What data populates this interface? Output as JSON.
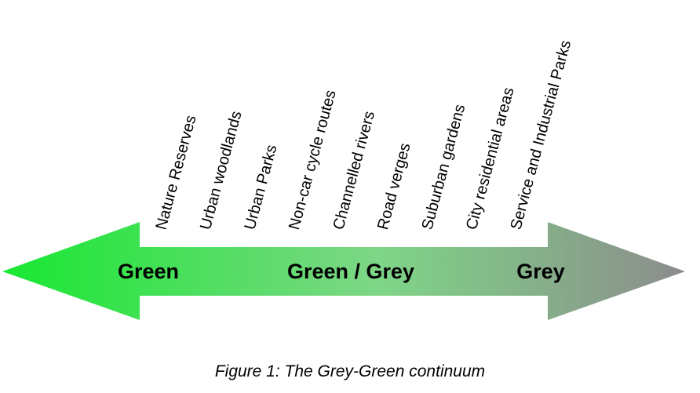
{
  "arrow": {
    "left_label": "Green",
    "center_label": "Green / Grey",
    "right_label": "Grey",
    "gradient_start": "#18e832",
    "gradient_mid": "#7ed687",
    "gradient_end": "#8c8c8c"
  },
  "categories": [
    "Nature Reserves",
    "Urban woodlands",
    "Urban Parks",
    "Non-car cycle routes",
    "Channelled rivers",
    "Road verges",
    "Suburban gardens",
    "City residential areas",
    "Service and Industrial Parks"
  ],
  "caption": "Figure 1:  The Grey-Green continuum"
}
